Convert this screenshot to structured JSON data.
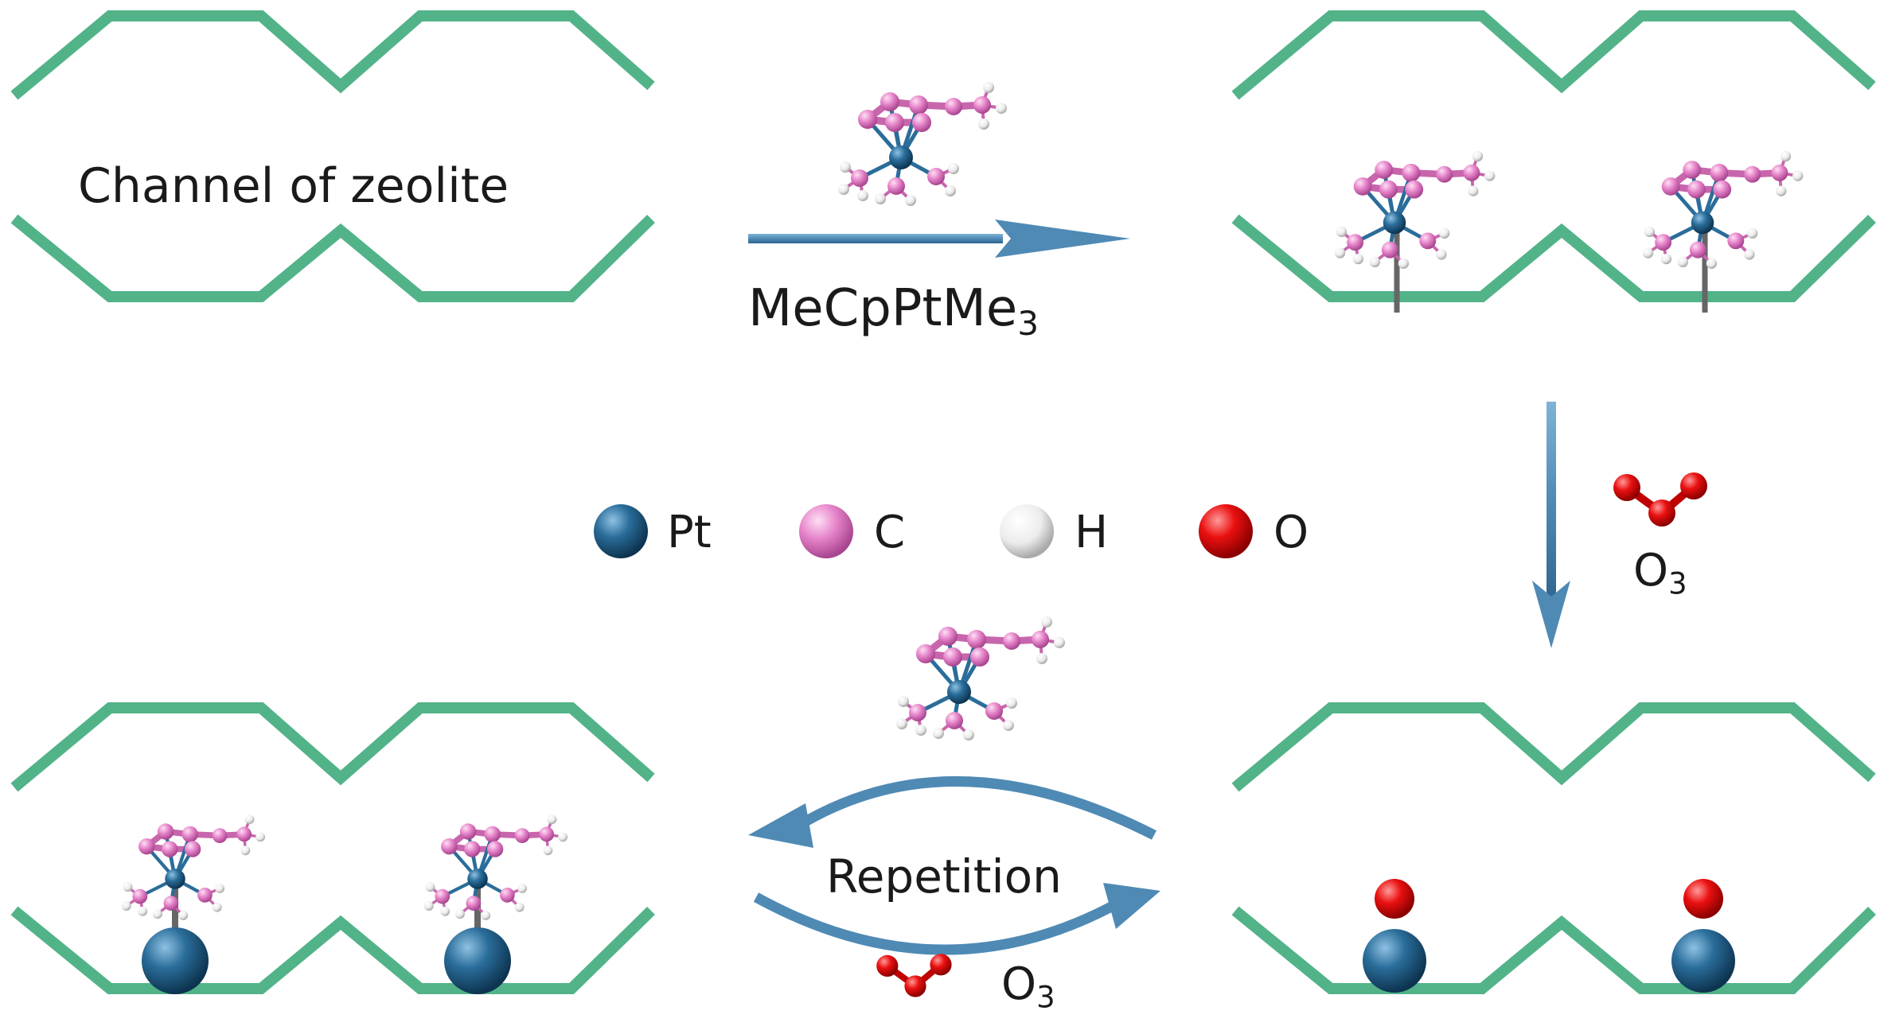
{
  "labels": {
    "channel": "Channel of zeolite",
    "precursor_main": "MeCpPtMe",
    "precursor_sub": "3",
    "ozone_main": "O",
    "ozone_sub": "3",
    "repetition": "Repetition"
  },
  "legend": [
    {
      "symbol": "Pt",
      "color": "#1f5f8b"
    },
    {
      "symbol": "C",
      "color": "#e07bc1"
    },
    {
      "symbol": "H",
      "color": "#eeeeee"
    },
    {
      "symbol": "O",
      "color": "#e00000"
    }
  ],
  "colors": {
    "zeolite": "#52b389",
    "arrow": "#4f8ab5",
    "bond": "#666666"
  }
}
